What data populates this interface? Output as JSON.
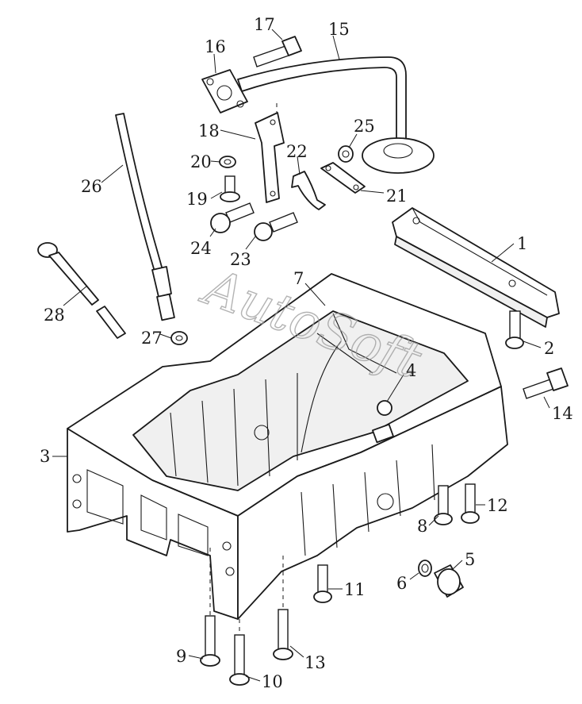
{
  "watermark": "AutoSoft",
  "callouts": [
    {
      "id": "c1",
      "text": "1"
    },
    {
      "id": "c2",
      "text": "2"
    },
    {
      "id": "c3",
      "text": "3"
    },
    {
      "id": "c4",
      "text": "4"
    },
    {
      "id": "c5",
      "text": "5"
    },
    {
      "id": "c6",
      "text": "6"
    },
    {
      "id": "c7",
      "text": "7"
    },
    {
      "id": "c8",
      "text": "8"
    },
    {
      "id": "c9",
      "text": "9"
    },
    {
      "id": "c10",
      "text": "10"
    },
    {
      "id": "c11",
      "text": "11"
    },
    {
      "id": "c12",
      "text": "12"
    },
    {
      "id": "c13",
      "text": "13"
    },
    {
      "id": "c14",
      "text": "14"
    },
    {
      "id": "c15",
      "text": "15"
    },
    {
      "id": "c16",
      "text": "16"
    },
    {
      "id": "c17",
      "text": "17"
    },
    {
      "id": "c18",
      "text": "18"
    },
    {
      "id": "c19",
      "text": "19"
    },
    {
      "id": "c20",
      "text": "20"
    },
    {
      "id": "c21",
      "text": "21"
    },
    {
      "id": "c22",
      "text": "22"
    },
    {
      "id": "c23",
      "text": "23"
    },
    {
      "id": "c24",
      "text": "24"
    },
    {
      "id": "c25",
      "text": "25"
    },
    {
      "id": "c26",
      "text": "26"
    },
    {
      "id": "c27",
      "text": "27"
    },
    {
      "id": "c28",
      "text": "28"
    }
  ]
}
